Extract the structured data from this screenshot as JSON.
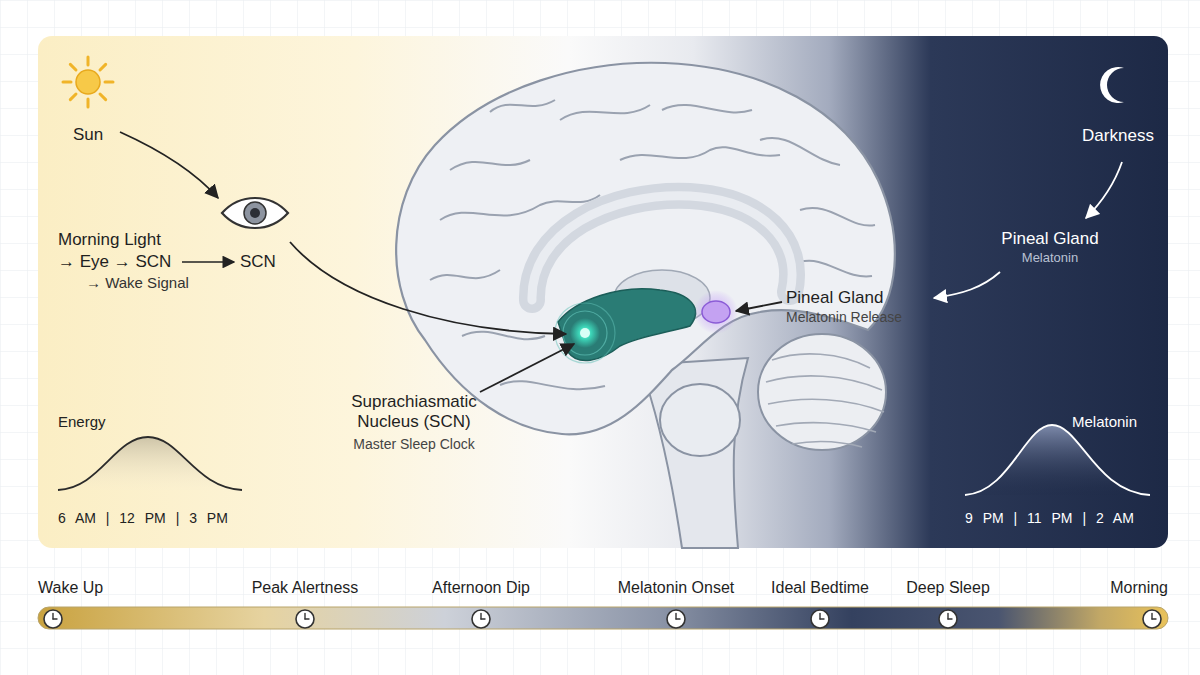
{
  "diagram": {
    "nodes": [
      {
        "text": [
          "Sun"
        ]
      },
      {
        "text": [
          "Darkness"
        ]
      },
      {
        "text": [
          "Wake Up"
        ]
      },
      {
        "text": [
          "Peak Alertness"
        ]
      },
      {
        "text": [
          "Afternoon Dip"
        ]
      },
      {
        "text": [
          "Melatonin Onset"
        ]
      },
      {
        "text": [
          "Ideal Bedtime"
        ]
      },
      {
        "text": [
          "Deep Sleep"
        ]
      },
      {
        "text": [
          "Morning"
        ]
      }
    ],
    "labels": [
      "Morning Light",
      "→ Eye → SCN",
      "SCN",
      "→ Wake Signal",
      "Pineal Gland",
      "Melatonin Release",
      "Suprachiasmatic Nucleus (SCN)",
      "Master Sleep Clock",
      "Pineal Gland",
      "Melatonin",
      "Energy",
      "6 AM | 12 PM | 3 PM",
      "Melatonin",
      "9 PM | 11 PM | 2 AM"
    ]
  }
}
